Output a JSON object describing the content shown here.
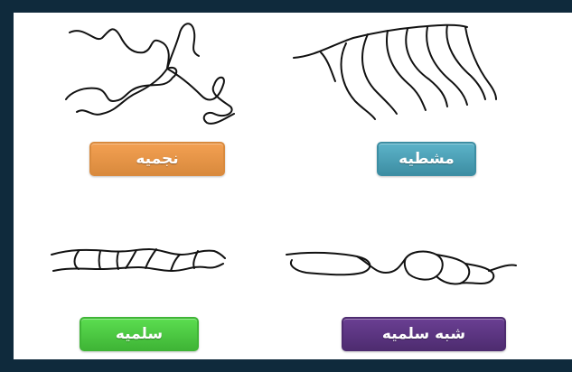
{
  "labels": {
    "top_left": {
      "text": "نجميه",
      "color": "#f3a052",
      "border": "#d98a3d"
    },
    "top_right": {
      "text": "مشطيه",
      "color": "#5cb3c9",
      "border": "#3d8ea3"
    },
    "bottom_left": {
      "text": "سلميه",
      "color": "#5bdd50",
      "border": "#3fb536"
    },
    "bottom_right": {
      "text": "شبه سلميه",
      "color": "#6a3f93",
      "border": "#4e2c70"
    }
  }
}
